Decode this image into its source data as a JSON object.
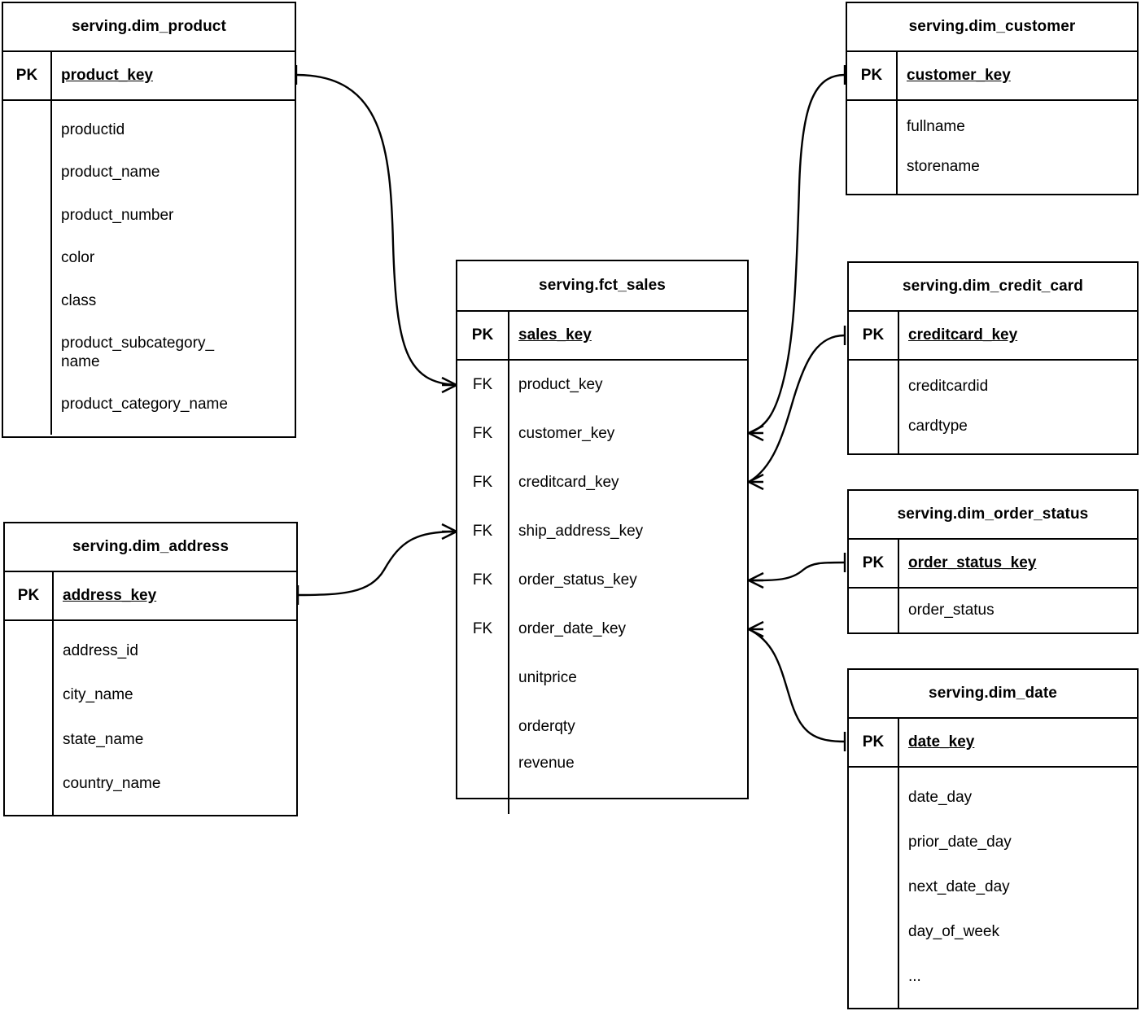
{
  "diagram": {
    "kind": "entity-relationship-diagram",
    "notation": "crow's foot",
    "background_color": "#ffffff",
    "line_color": "#000000"
  },
  "entities": [
    {
      "id": "dim_product",
      "title": "serving.dim_product",
      "pk_label": "PK",
      "pk_field": "product_key",
      "attributes": [
        "productid",
        "product_name",
        "product_number",
        "color",
        "class",
        "product_subcategory_\nname",
        "product_category_name"
      ]
    },
    {
      "id": "dim_address",
      "title": "serving.dim_address",
      "pk_label": "PK",
      "pk_field": "address_key",
      "attributes": [
        "address_id",
        "city_name",
        "state_name",
        "country_name"
      ]
    },
    {
      "id": "fct_sales",
      "title": "serving.fct_sales",
      "pk_label": "PK",
      "pk_field": "sales_key",
      "fk_label": "FK",
      "fields": [
        {
          "key": "FK",
          "name": "product_key"
        },
        {
          "key": "FK",
          "name": "customer_key"
        },
        {
          "key": "FK",
          "name": "creditcard_key"
        },
        {
          "key": "FK",
          "name": "ship_address_key"
        },
        {
          "key": "FK",
          "name": "order_status_key"
        },
        {
          "key": "FK",
          "name": "order_date_key"
        },
        {
          "key": "",
          "name": "unitprice"
        },
        {
          "key": "",
          "name": "orderqty"
        },
        {
          "key": "",
          "name": "revenue"
        }
      ]
    },
    {
      "id": "dim_customer",
      "title": "serving.dim_customer",
      "pk_label": "PK",
      "pk_field": "customer_key",
      "attributes": [
        "fullname",
        "storename"
      ]
    },
    {
      "id": "dim_credit_card",
      "title": "serving.dim_credit_card",
      "pk_label": "PK",
      "pk_field": "creditcard_key",
      "attributes": [
        "creditcardid",
        "cardtype"
      ]
    },
    {
      "id": "dim_order_status",
      "title": "serving.dim_order_status",
      "pk_label": "PK",
      "pk_field": "order_status_key",
      "attributes": [
        "order_status"
      ]
    },
    {
      "id": "dim_date",
      "title": "serving.dim_date",
      "pk_label": "PK",
      "pk_field": "date_key",
      "attributes": [
        "date_day",
        "prior_date_day",
        "next_date_day",
        "day_of_week",
        "..."
      ]
    }
  ],
  "relationships": [
    {
      "id": "rel-product",
      "from": "dim_product.product_key",
      "to": "fct_sales.product_key",
      "from_cardinality": "one",
      "to_cardinality": "many"
    },
    {
      "id": "rel-address",
      "from": "dim_address.address_key",
      "to": "fct_sales.ship_address_key",
      "from_cardinality": "one",
      "to_cardinality": "many"
    },
    {
      "id": "rel-customer",
      "from": "dim_customer.customer_key",
      "to": "fct_sales.customer_key",
      "from_cardinality": "one",
      "to_cardinality": "many"
    },
    {
      "id": "rel-creditcard",
      "from": "dim_credit_card.creditcard_key",
      "to": "fct_sales.creditcard_key",
      "from_cardinality": "one",
      "to_cardinality": "many"
    },
    {
      "id": "rel-order-status",
      "from": "dim_order_status.order_status_key",
      "to": "fct_sales.order_status_key",
      "from_cardinality": "one",
      "to_cardinality": "many"
    },
    {
      "id": "rel-date",
      "from": "dim_date.date_key",
      "to": "fct_sales.order_date_key",
      "from_cardinality": "one",
      "to_cardinality": "many"
    }
  ]
}
